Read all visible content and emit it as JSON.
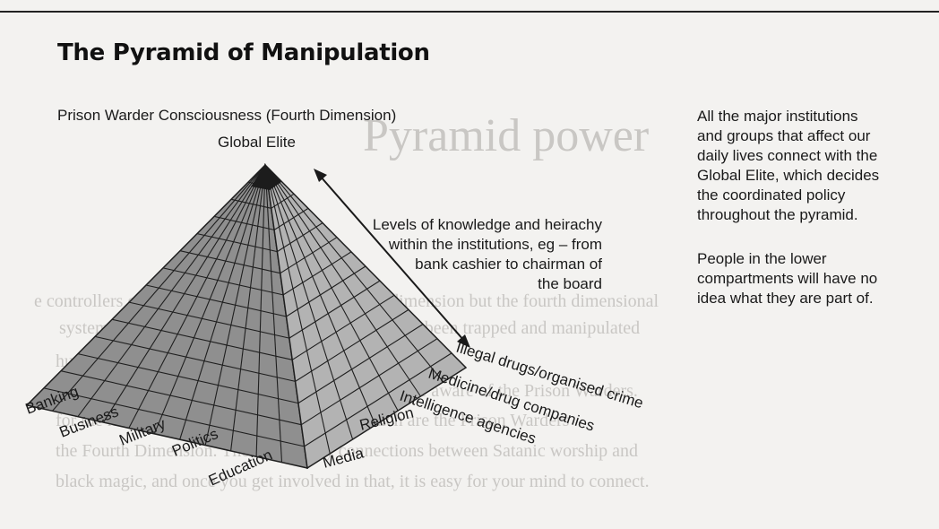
{
  "title": "The Pyramid of Manipulation",
  "apex_caption": "Prison Warder Consciousness (Fourth Dimension)",
  "apex_label": "Global Elite",
  "knowledge_note": [
    "Levels of knowledge and heirachy",
    "within the institutions, eg – from",
    "bank cashier to chairman of",
    "the board"
  ],
  "info": {
    "paragraph1": [
      "All the major institutions",
      "and groups that affect our",
      "daily lives connect with the",
      "Global Elite, which decides",
      "the coordinated policy",
      "throughout the pyramid."
    ],
    "paragraph2": [
      "People in the lower",
      "compartments will have no",
      "idea what they are part of."
    ]
  },
  "left_face_labels": [
    "Banking",
    "Business",
    "Military",
    "Politics",
    "Education"
  ],
  "right_face_labels": [
    "Media",
    "Religion",
    "Intelligence agencies",
    "Medicine/drug companies",
    "Illegal drugs/organised crime"
  ],
  "background_text": [
    "Pyramid power",
    "e controllers of human control is not the physical dimension but the fourth dimensional",
    "system, within which our lower consciousness has been trapped and manipulated",
    "hundreds of thousands of years",
    "Those at the higher levels of the Global Elite are aware of the Prison Warders.",
    "for the manipulation, the highest levels of which are the Prison Warders",
    "the Fourth Dimension. There are many connections between Satanic worship and",
    "black magic, and once you get involved in that, it is easy for your mind to connect."
  ],
  "colors": {
    "pyramid_left": "#8f8f8f",
    "pyramid_right": "#b3b3b3",
    "grid_line": "#1f1f1f",
    "apex_cap": "#1c1c1c"
  }
}
